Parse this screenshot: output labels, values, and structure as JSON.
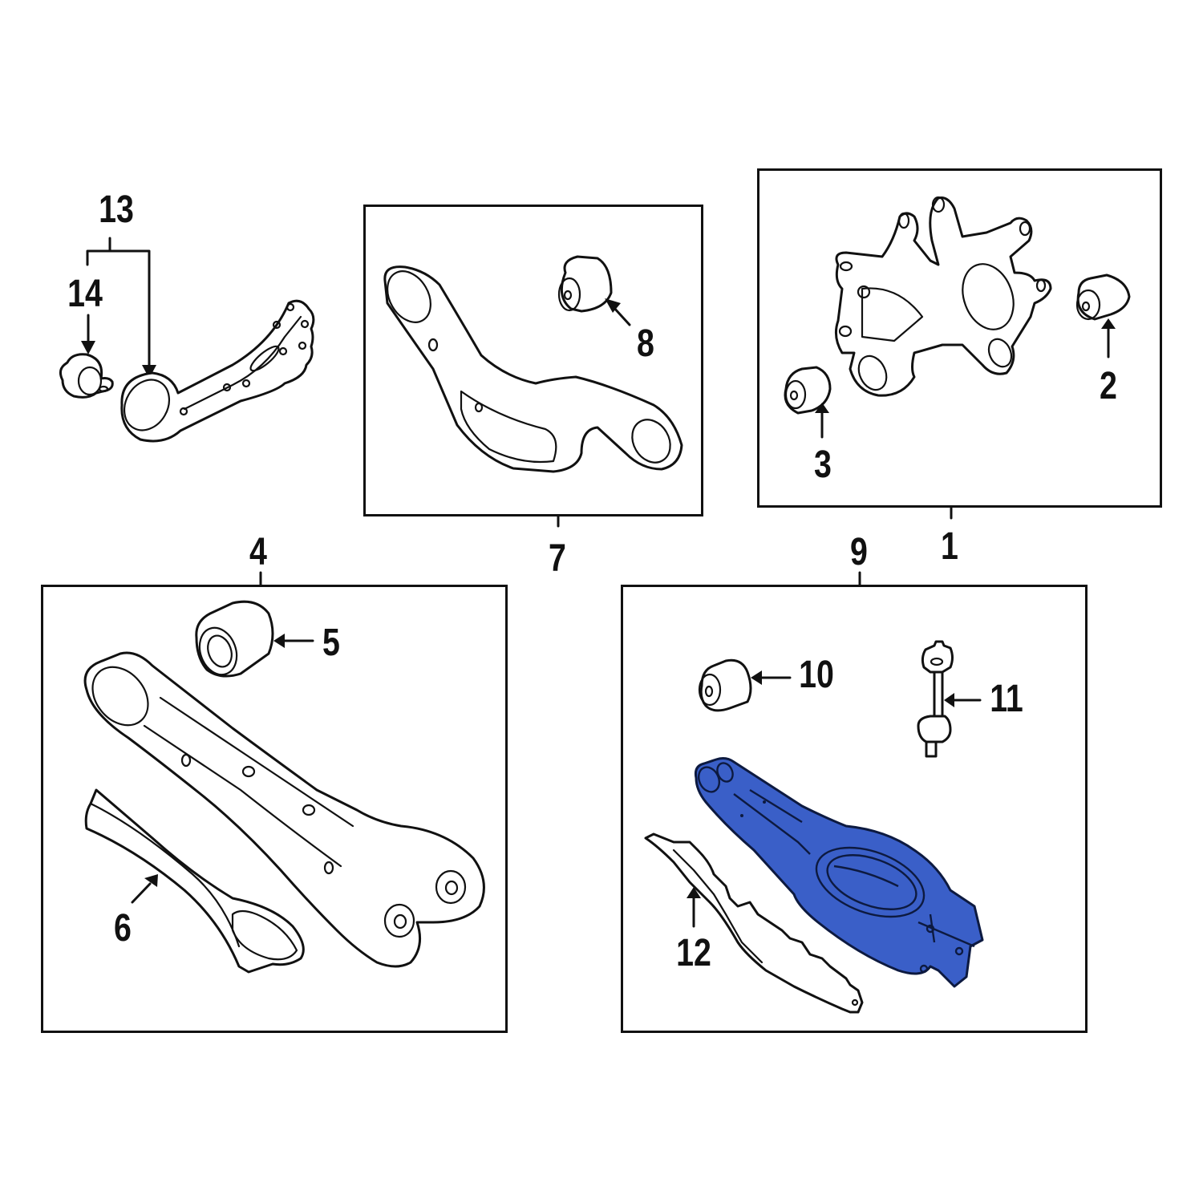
{
  "diagram": {
    "type": "exploded parts diagram",
    "subject": "rear suspension components",
    "highlight_color": "#3a5fc8",
    "line_color": "#111111",
    "background": "#ffffff"
  },
  "callouts": [
    {
      "id": "c13",
      "label": "13",
      "group": "trailing-arm-assembly"
    },
    {
      "id": "c14",
      "label": "14",
      "group": "trailing-arm-assembly"
    },
    {
      "id": "c7",
      "label": "7",
      "group": "upper-control-arm"
    },
    {
      "id": "c8",
      "label": "8",
      "group": "upper-control-arm"
    },
    {
      "id": "c1",
      "label": "1",
      "group": "knuckle"
    },
    {
      "id": "c2",
      "label": "2",
      "group": "knuckle"
    },
    {
      "id": "c3",
      "label": "3",
      "group": "knuckle"
    },
    {
      "id": "c4",
      "label": "4",
      "group": "lateral-arm"
    },
    {
      "id": "c5",
      "label": "5",
      "group": "lateral-arm"
    },
    {
      "id": "c6",
      "label": "6",
      "group": "lateral-arm"
    },
    {
      "id": "c9",
      "label": "9",
      "group": "lower-control-arm"
    },
    {
      "id": "c10",
      "label": "10",
      "group": "lower-control-arm"
    },
    {
      "id": "c11",
      "label": "11",
      "group": "lower-control-arm"
    },
    {
      "id": "c12",
      "label": "12",
      "group": "lower-control-arm"
    }
  ],
  "groups": {
    "trailing_arm": {
      "callout": "13",
      "children": [
        "14"
      ],
      "boxed": false
    },
    "upper_arm": {
      "callout": "7",
      "children": [
        "8"
      ],
      "boxed": true
    },
    "knuckle": {
      "callout": "1",
      "children": [
        "2",
        "3"
      ],
      "boxed": true
    },
    "lateral_arm": {
      "callout": "4",
      "children": [
        "5",
        "6"
      ],
      "boxed": true
    },
    "lower_arm": {
      "callout": "9",
      "children": [
        "10",
        "11",
        "12"
      ],
      "boxed": true,
      "highlighted": true
    }
  }
}
